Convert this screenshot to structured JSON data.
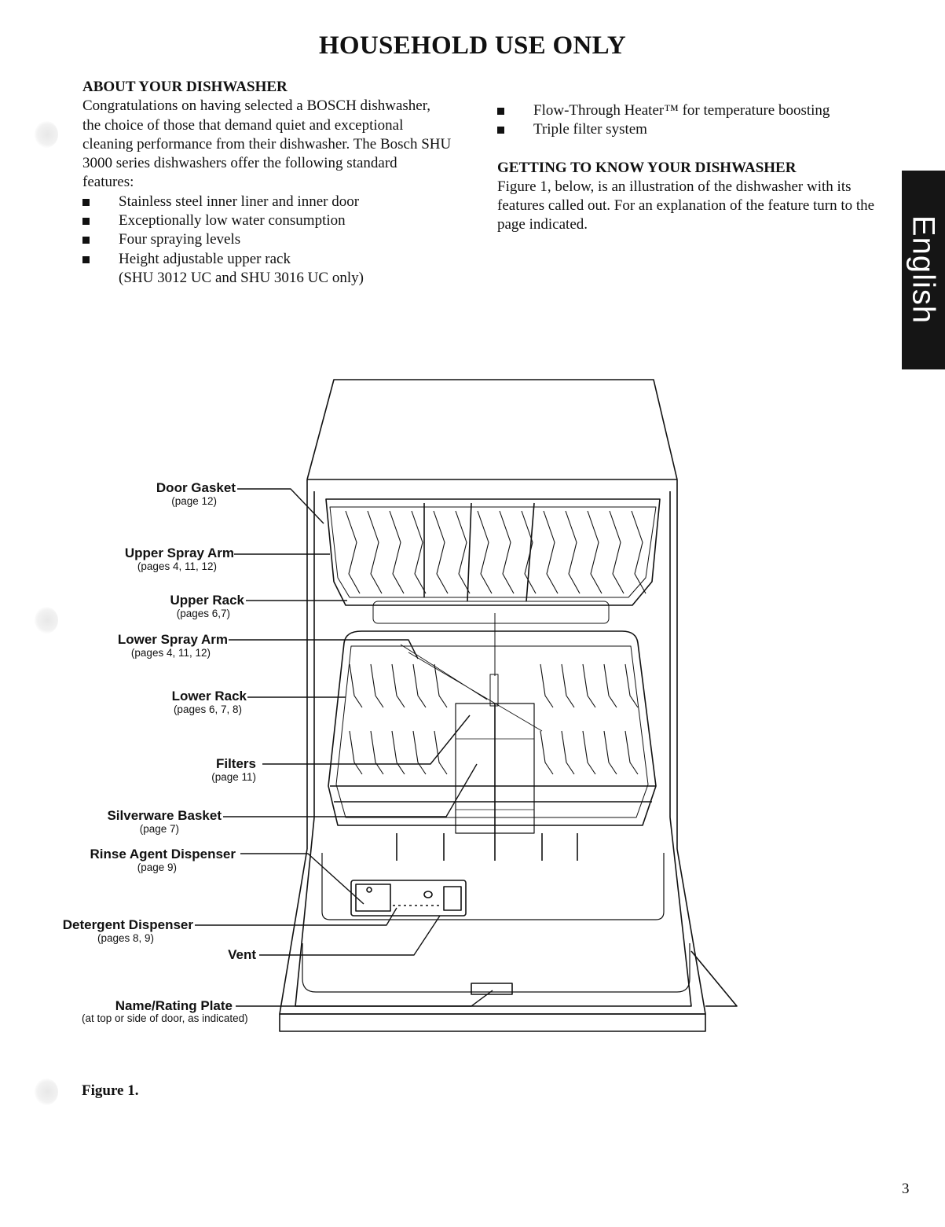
{
  "page": {
    "title": "HOUSEHOLD USE ONLY",
    "language_tab": "English",
    "page_number": "3",
    "figure_caption": "Figure 1."
  },
  "about": {
    "heading": "ABOUT YOUR DISHWASHER",
    "paragraph": "Congratulations on having selected a BOSCH dishwasher, the choice of those that demand quiet and exceptional cleaning performance from their dishwasher. The Bosch SHU 3000 series dishwashers offer the following standard features:",
    "features": [
      "Stainless steel inner liner and inner door",
      "Exceptionally low water consumption",
      "Four spraying levels",
      "Height adjustable upper rack"
    ],
    "feature_note": "(SHU 3012 UC and SHU 3016 UC only)",
    "features_continued": [
      "Flow-Through Heater™ for temperature boosting",
      "Triple filter system"
    ]
  },
  "getting_to_know": {
    "heading": "GETTING TO KNOW YOUR DISHWASHER",
    "paragraph": "Figure 1, below, is an illustration of the dishwasher with its features called out. For an explanation of the feature turn to the page indicated."
  },
  "callouts": [
    {
      "name": "Door Gasket",
      "ref": "(page 12)"
    },
    {
      "name": "Upper Spray Arm",
      "ref": "(pages 4, 11, 12)"
    },
    {
      "name": "Upper Rack",
      "ref": "(pages 6,7)"
    },
    {
      "name": "Lower Spray Arm",
      "ref": "(pages 4, 11, 12)"
    },
    {
      "name": "Lower Rack",
      "ref": "(pages 6, 7, 8)"
    },
    {
      "name": "Filters",
      "ref": "(page 11)"
    },
    {
      "name": "Silverware Basket",
      "ref": "(page 7)"
    },
    {
      "name": "Rinse Agent Dispenser",
      "ref": "(page 9)"
    },
    {
      "name": "Detergent Dispenser",
      "ref": "(pages 8, 9)"
    },
    {
      "name": "Vent",
      "ref": ""
    },
    {
      "name": "Name/Rating Plate",
      "ref": "(at top or side of door, as indicated)"
    }
  ]
}
